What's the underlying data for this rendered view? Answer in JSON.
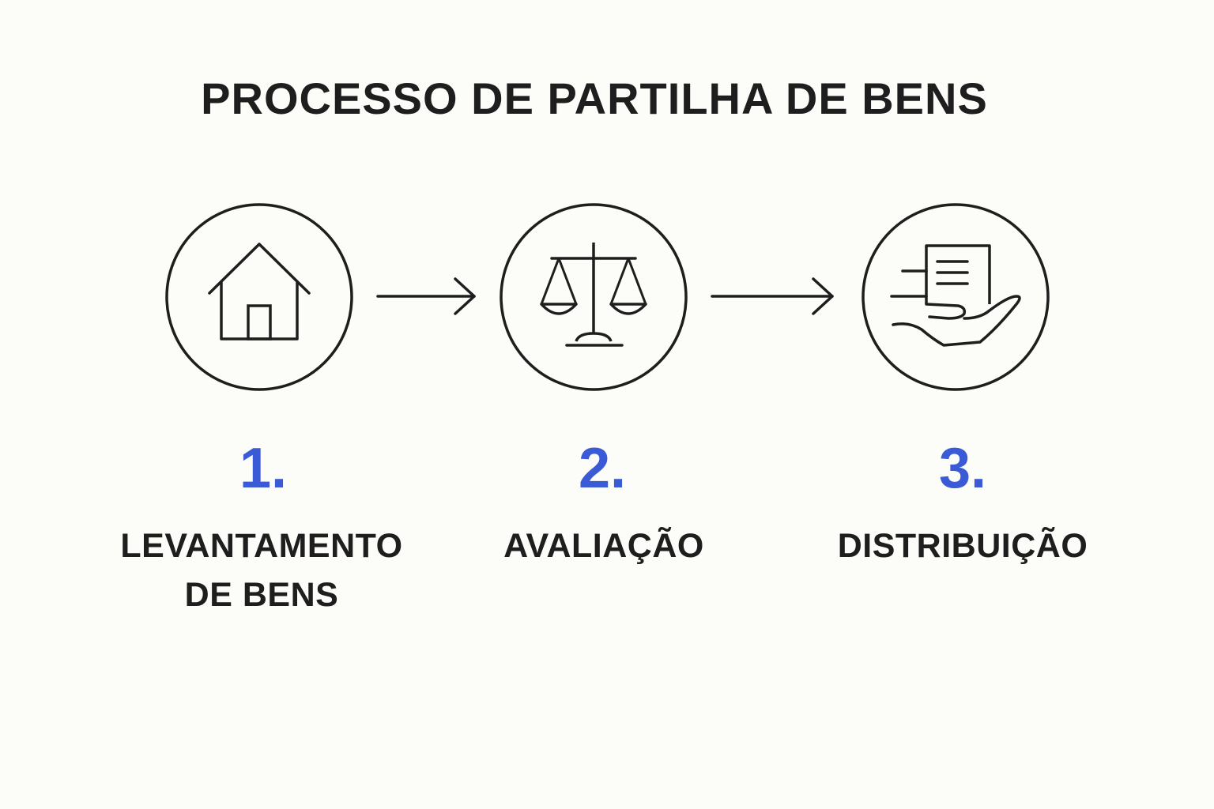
{
  "title": "PROCESSO DE PARTILHA DE BENS",
  "steps": [
    {
      "number": "1.",
      "label_line1": "LEVANTAMENTO",
      "label_line2": "DE BENS",
      "icon": "house-icon"
    },
    {
      "number": "2.",
      "label_line1": "AVALIAÇÃO",
      "label_line2": "",
      "icon": "scales-icon"
    },
    {
      "number": "3.",
      "label_line1": "DISTRIBUIÇÃO",
      "label_line2": "",
      "icon": "hand-document-icon"
    }
  ],
  "colors": {
    "accent": "#3b5bd6",
    "text": "#1e1e1e",
    "background": "#fcfcf8"
  }
}
